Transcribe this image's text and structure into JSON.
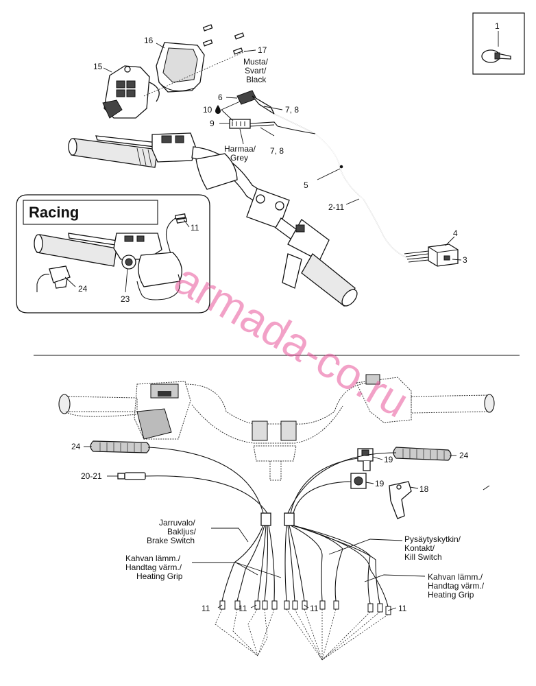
{
  "labels": {
    "l1": "1",
    "l16": "16",
    "l15": "15",
    "l17": "17",
    "musta1": "Musta/",
    "musta2": "Svart/",
    "musta3": "Black",
    "l6": "6",
    "l10": "10",
    "l78a": "7, 8",
    "l9": "9",
    "harmaa1": "Harmaa/",
    "harmaa2": "Grey",
    "l78b": "7, 8",
    "l5": "5",
    "l211": "2-11",
    "l4": "4",
    "l3": "3",
    "racing": "Racing",
    "l11r": "11",
    "l24r": "24",
    "l23": "23",
    "l24a": "24",
    "l24b": "24",
    "l19a": "19",
    "l2021": "20-21",
    "l19b": "19",
    "l18": "18",
    "jarru1": "Jarruvalo/",
    "jarru2": "Bakljus/",
    "jarru3": "Brake Switch",
    "kahvanL1": "Kahvan lämm./",
    "kahvanL2": "Handtag värm./",
    "kahvanL3": "Heating Grip",
    "pysay1": "Pysäytyskytkin/",
    "pysay2": "Kontakt/",
    "pysay3": "Kill Switch",
    "kahvanR1": "Kahvan lämm./",
    "kahvanR2": "Handtag värm./",
    "kahvanR3": "Heating Grip",
    "l11a": "11",
    "l11b": "11",
    "l11c": "11",
    "l11d": "11"
  },
  "watermark": "armada-co.ru",
  "colors": {
    "watermark": "#e8559a",
    "ink": "#111111"
  },
  "icons": [
    "drop-icon",
    "cable-tie-icon"
  ]
}
